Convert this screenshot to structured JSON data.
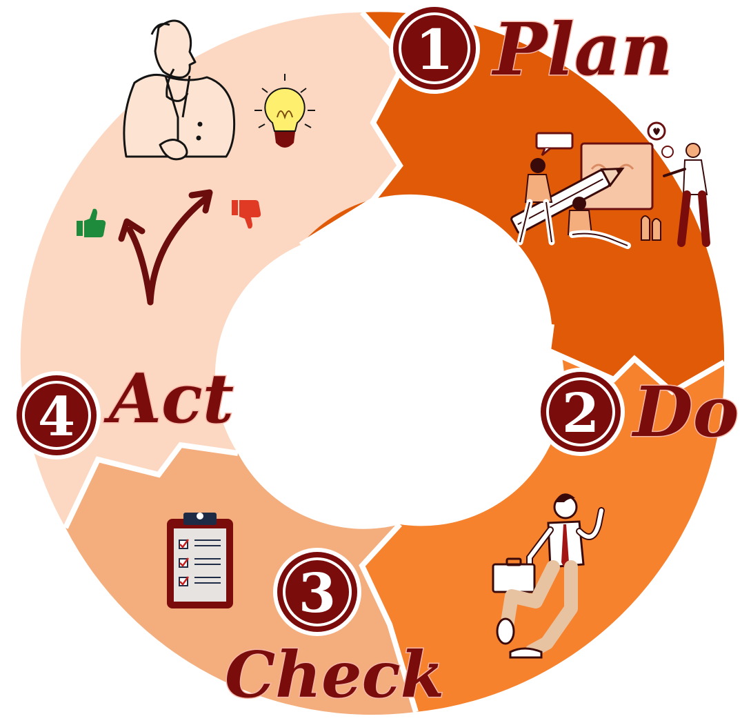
{
  "stages": [
    {
      "number": "1",
      "label": "Plan"
    },
    {
      "number": "2",
      "label": "Do"
    },
    {
      "number": "3",
      "label": "Check"
    },
    {
      "number": "4",
      "label": "Act"
    }
  ],
  "colors": {
    "plan": "#e05a07",
    "do": "#f7822e",
    "check": "#f4ae7d",
    "act": "#fcd8c2",
    "badge": "#7a0c0c",
    "label": "#7a0c0c",
    "label_shadow": "#f6b7a8"
  },
  "icons": {
    "plan": "team-planning-illustration",
    "do": "running-businessman-illustration",
    "check": "checklist-clipboard-icon",
    "act_thinker": "thinking-man-illustration",
    "act_idea": "lightbulb-icon",
    "act_choice": "decision-arrows-icon",
    "act_yes": "thumbs-up-icon",
    "act_no": "thumbs-down-icon"
  }
}
